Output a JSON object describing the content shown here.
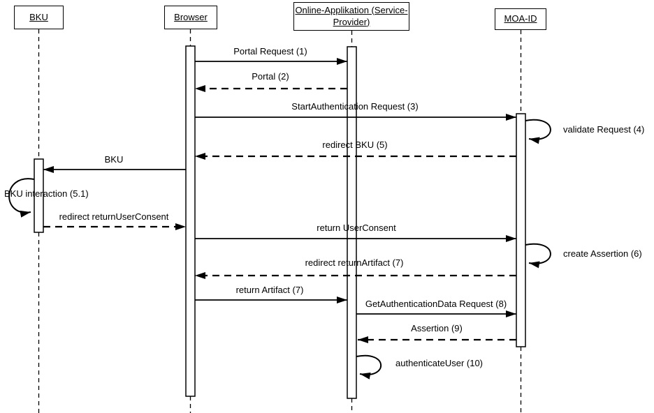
{
  "diagram": {
    "type": "uml-sequence-diagram",
    "actors": [
      {
        "id": "bku",
        "lines": [
          "BKU"
        ]
      },
      {
        "id": "browser",
        "lines": [
          "Browser"
        ]
      },
      {
        "id": "online-applikation",
        "lines": [
          "Online-Applikation (Service-",
          "Provider)"
        ]
      },
      {
        "id": "moa-id",
        "lines": [
          "MOA-ID"
        ]
      }
    ],
    "messages": [
      {
        "label": "Portal Request (1)",
        "from": "Browser",
        "to": "Online-Applikation (Service-Provider)",
        "line": "solid"
      },
      {
        "label": "Portal (2)",
        "from": "Online-Applikation (Service-Provider)",
        "to": "Browser",
        "line": "dashed"
      },
      {
        "label": "StartAuthentication Request (3)",
        "from": "Browser",
        "to": "MOA-ID",
        "line": "solid"
      },
      {
        "label": "validate Request (4)",
        "from": "MOA-ID",
        "to": "MOA-ID",
        "line": "self"
      },
      {
        "label": "redirect BKU (5)",
        "from": "MOA-ID",
        "to": "Browser",
        "line": "dashed"
      },
      {
        "label": "BKU",
        "from": "Browser",
        "to": "BKU",
        "line": "solid"
      },
      {
        "label": "BKU interaction (5.1)",
        "from": "BKU",
        "to": "BKU",
        "line": "self"
      },
      {
        "label": "redirect returnUserConsent",
        "from": "BKU",
        "to": "Browser",
        "line": "dashed"
      },
      {
        "label": "return UserConsent",
        "from": "Browser",
        "to": "MOA-ID",
        "line": "solid"
      },
      {
        "label": "create Assertion (6)",
        "from": "MOA-ID",
        "to": "MOA-ID",
        "line": "self"
      },
      {
        "label": "redirect returnArtifact (7)",
        "from": "MOA-ID",
        "to": "Browser",
        "line": "dashed"
      },
      {
        "label": "return Artifact (7)",
        "from": "Browser",
        "to": "Online-Applikation (Service-Provider)",
        "line": "solid"
      },
      {
        "label": "GetAuthenticationData Request (8)",
        "from": "Online-Applikation (Service-Provider)",
        "to": "MOA-ID",
        "line": "solid"
      },
      {
        "label": "Assertion (9)",
        "from": "MOA-ID",
        "to": "Online-Applikation (Service-Provider)",
        "line": "dashed"
      },
      {
        "label": "authenticateUser (10)",
        "from": "Online-Applikation (Service-Provider)",
        "to": "Online-Applikation (Service-Provider)",
        "line": "self"
      }
    ],
    "colors": {
      "line": "#000000",
      "background": "#ffffff"
    }
  }
}
